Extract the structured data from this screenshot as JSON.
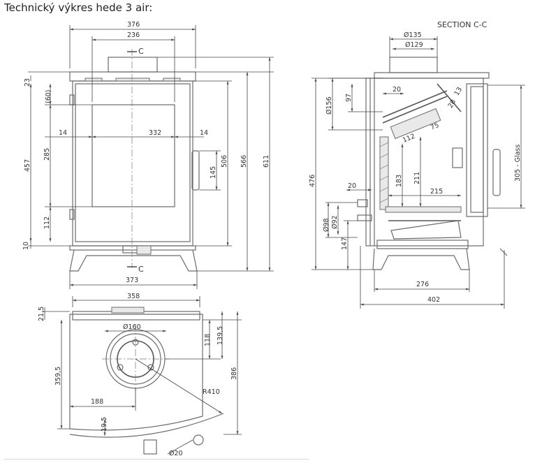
{
  "page": {
    "title": "Technický výkres hede 3 air:"
  },
  "section_label": "SECTION C-C",
  "cut_marker": "C",
  "front_view": {
    "d_376": "376",
    "d_236": "236",
    "d_373": "373",
    "d_14a": "14",
    "d_332": "332",
    "d_14b": "14",
    "d_23": "23",
    "d_60": "(60)",
    "d_457": "457",
    "d_285": "285",
    "d_112": "112",
    "d_10": "10",
    "d_145": "145",
    "d_506": "506",
    "d_566": "566",
    "d_611": "611"
  },
  "section_view": {
    "d_135": "Ø135",
    "d_129": "Ø129",
    "d_156": "Ø156",
    "d_97": "97",
    "d_20a": "20",
    "d_13": "13",
    "d_28": "28",
    "d_75": "75",
    "d_112": "112",
    "d_183": "183",
    "d_211": "211",
    "d_215": "215",
    "d_476": "476",
    "d_20b": "20",
    "d_98": "Ø98",
    "d_92": "Ø92",
    "d_147": "147",
    "d_305": "305 - Glass",
    "d_276": "276",
    "d_402": "402"
  },
  "top_view": {
    "d_358": "358",
    "d_21_5": "21,5",
    "d_160": "Ø160",
    "d_118": "118",
    "d_139_5": "139,5",
    "d_359_5": "359,5",
    "d_386": "386",
    "d_188": "188",
    "d_19_5": "19,5",
    "d_r410": "R410",
    "d_20": "Ø20"
  }
}
